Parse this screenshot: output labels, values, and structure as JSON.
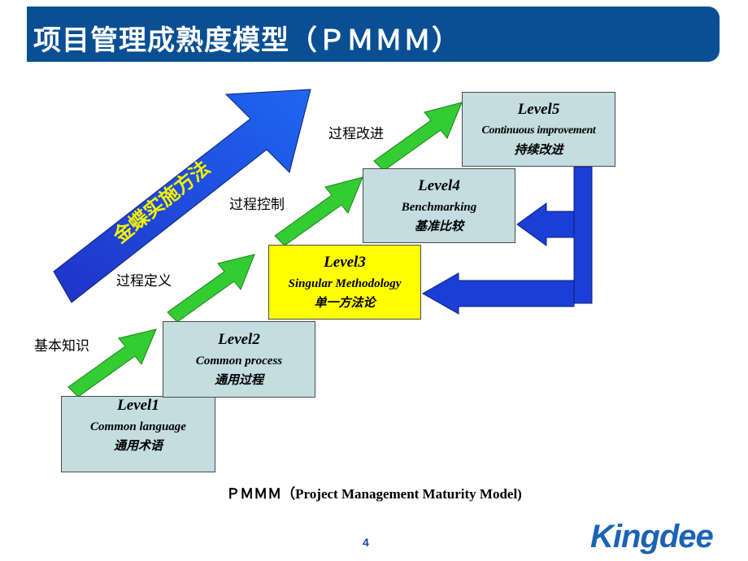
{
  "title": "项目管理成熟度模型（ＰＭＭＭ）",
  "method_arrow_label": "金蝶实施方法",
  "step_labels": [
    "基本知识",
    "过程定义",
    "过程控制",
    "过程改进"
  ],
  "levels": [
    {
      "title": "Level1",
      "en": "Common language",
      "zh": "通用术语",
      "color": "#c3dde0"
    },
    {
      "title": "Level2",
      "en": "Common process",
      "zh": "通用过程",
      "color": "#c3dde0"
    },
    {
      "title": "Level3",
      "en": "Singular Methodology",
      "zh": "单一方法论",
      "color": "#ffff00"
    },
    {
      "title": "Level4",
      "en": "Benchmarking",
      "zh": "基准比较",
      "color": "#c3dde0"
    },
    {
      "title": "Level5",
      "en": "Continuous improvement",
      "zh": "持续改进",
      "color": "#c3dde0"
    }
  ],
  "caption": "ＰＭＭＭ（Project Management Maturity  Model)",
  "page_number": "4",
  "logo": "Kingdee",
  "colors": {
    "title_bar": "#0a4f93",
    "green_arrow": "#33cc33",
    "blue_arrow": "#1a3ed6"
  }
}
